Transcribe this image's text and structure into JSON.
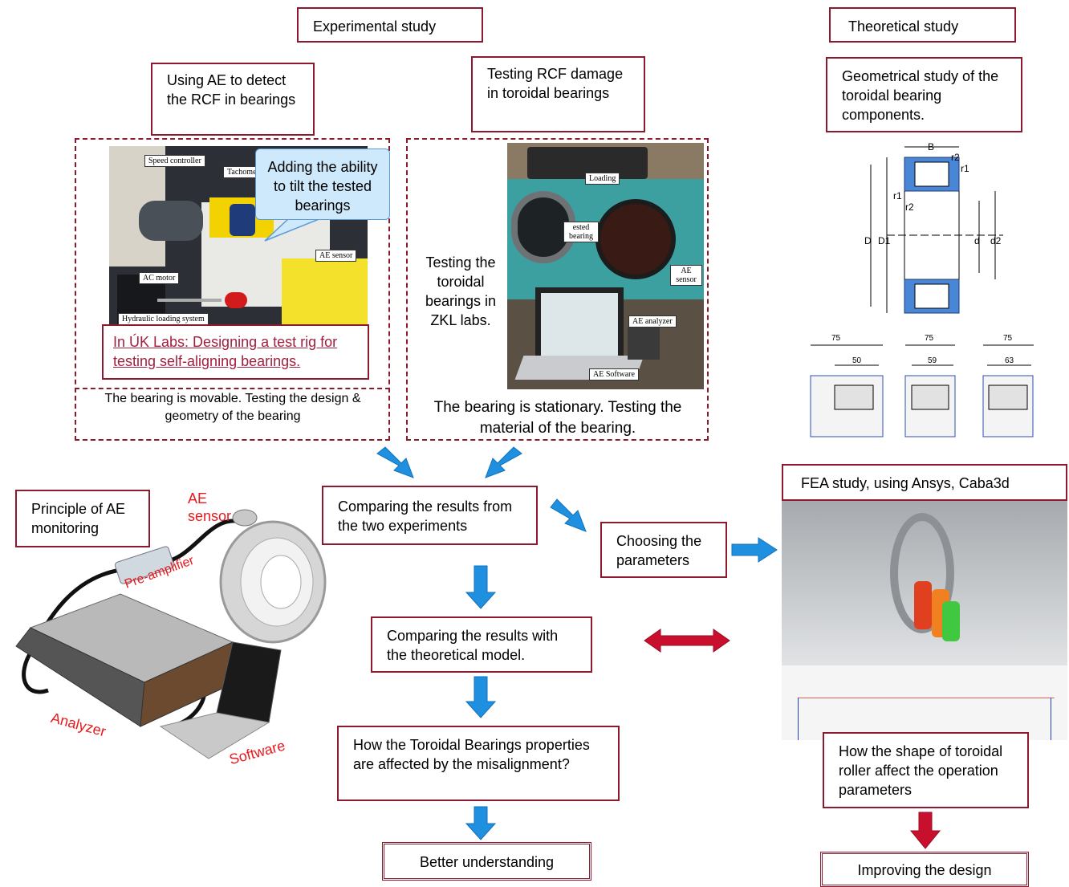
{
  "headers": {
    "experimental": "Experimental study",
    "theoretical": "Theoretical study"
  },
  "boxes": {
    "using_ae": "Using AE to detect the RCF in bearings",
    "testing_rcf": "Testing RCF damage in toroidal bearings",
    "geometrical": "Geometrical study of the toroidal bearing components.",
    "principle": "Principle of AE monitoring",
    "comparing_two": "Comparing the results from the two experiments",
    "choosing": "Choosing the parameters",
    "comparing_theory": "Comparing the results with the theoretical model.",
    "how_toroidal": "How the Toroidal Bearings properties are affected by the misalignment?",
    "better": "Better understanding",
    "fea": "FEA study, using Ansys, Caba3d",
    "how_shape": "How the shape of toroidal roller affect the operation parameters",
    "improving": "Improving the design"
  },
  "left_experiment": {
    "callout": "Adding the ability to tilt the tested bearings",
    "link": "In ÚK Labs: Designing a test rig for testing self-aligning bearings.",
    "caption": "The bearing is movable. Testing the design & geometry of the bearing",
    "photo_labels": {
      "speed": "Speed controller",
      "tacho": "Tachometer",
      "ac_motor": "AC motor",
      "hydraulic": "Hydraulic loading system",
      "ae_sensor": "AE sensor"
    }
  },
  "right_experiment": {
    "side_text": "Testing the toroidal bearings in ZKL labs.",
    "caption": "The bearing is stationary. Testing the material of the bearing.",
    "photo_labels": {
      "loading": "Loading",
      "tested": "ested bearing",
      "ae_sensor": "AE sensor",
      "ae_analyzer": "AE analyzer",
      "ae_software": "AE Software"
    }
  },
  "ae_setup": {
    "sensor": "AE sensor",
    "preamp": "Pre-amplifier",
    "analyzer": "Analyzer",
    "software": "Software"
  },
  "drawing": {
    "B": "B",
    "r2": "r2",
    "r1": "r1",
    "D": "D",
    "D1": "D1",
    "d": "d",
    "d2": "d2",
    "w1": "75",
    "w2": "75",
    "w3": "75",
    "i1": "50",
    "i2": "59",
    "i3": "63"
  },
  "colors": {
    "box_border": "#8b1a2e",
    "blue_arrow": "#1f8fe0",
    "red_arrow": "#c8102e",
    "label_red": "#e8191c"
  }
}
